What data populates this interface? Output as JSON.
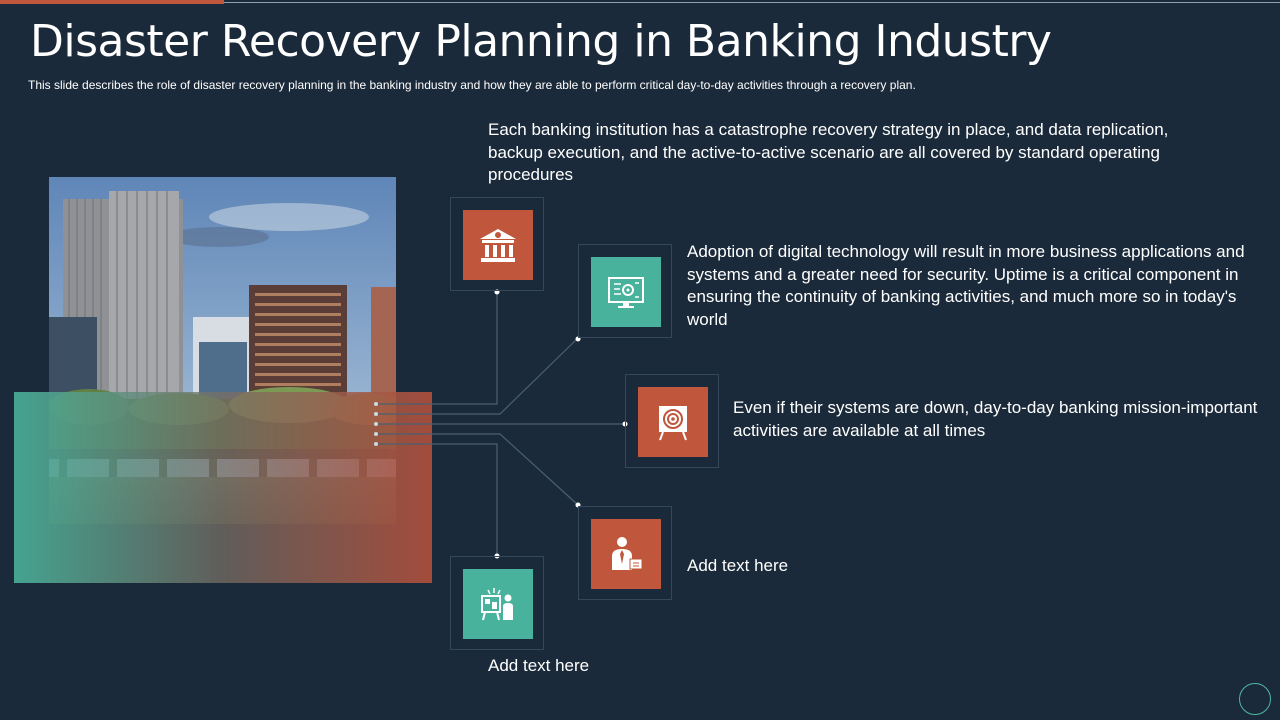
{
  "slide": {
    "title": "Disaster Recovery Planning in Banking Industry",
    "subtitle": "This slide describes the role of disaster recovery  planning in the banking industry and how they are able to perform  critical day-to-day activities through a recovery  plan."
  },
  "items": [
    {
      "icon": "bank-icon",
      "color": "#c0563b",
      "text": "Each banking institution has a catastrophe recovery strategy in place, and data replication, backup execution, and the active-to-active scenario are all covered by standard operating procedures"
    },
    {
      "icon": "monitor-gear-icon",
      "color": "#48b29c",
      "text": "Adoption of digital technology will result in more business applications and systems and a greater need for security. Uptime is a critical component in ensuring the continuity of banking activities, and much more so in today's world"
    },
    {
      "icon": "target-board-icon",
      "color": "#c0563b",
      "text": "Even if their systems are down, day-to-day banking mission-important activities are available at all times"
    },
    {
      "icon": "businessman-icon",
      "color": "#c0563b",
      "text": "Add text here"
    },
    {
      "icon": "presenter-icon",
      "color": "#48b29c",
      "text": "Add text here"
    }
  ],
  "colors": {
    "background": "#1b2a3a",
    "accent_orange": "#c0563b",
    "accent_teal": "#48b29c"
  }
}
